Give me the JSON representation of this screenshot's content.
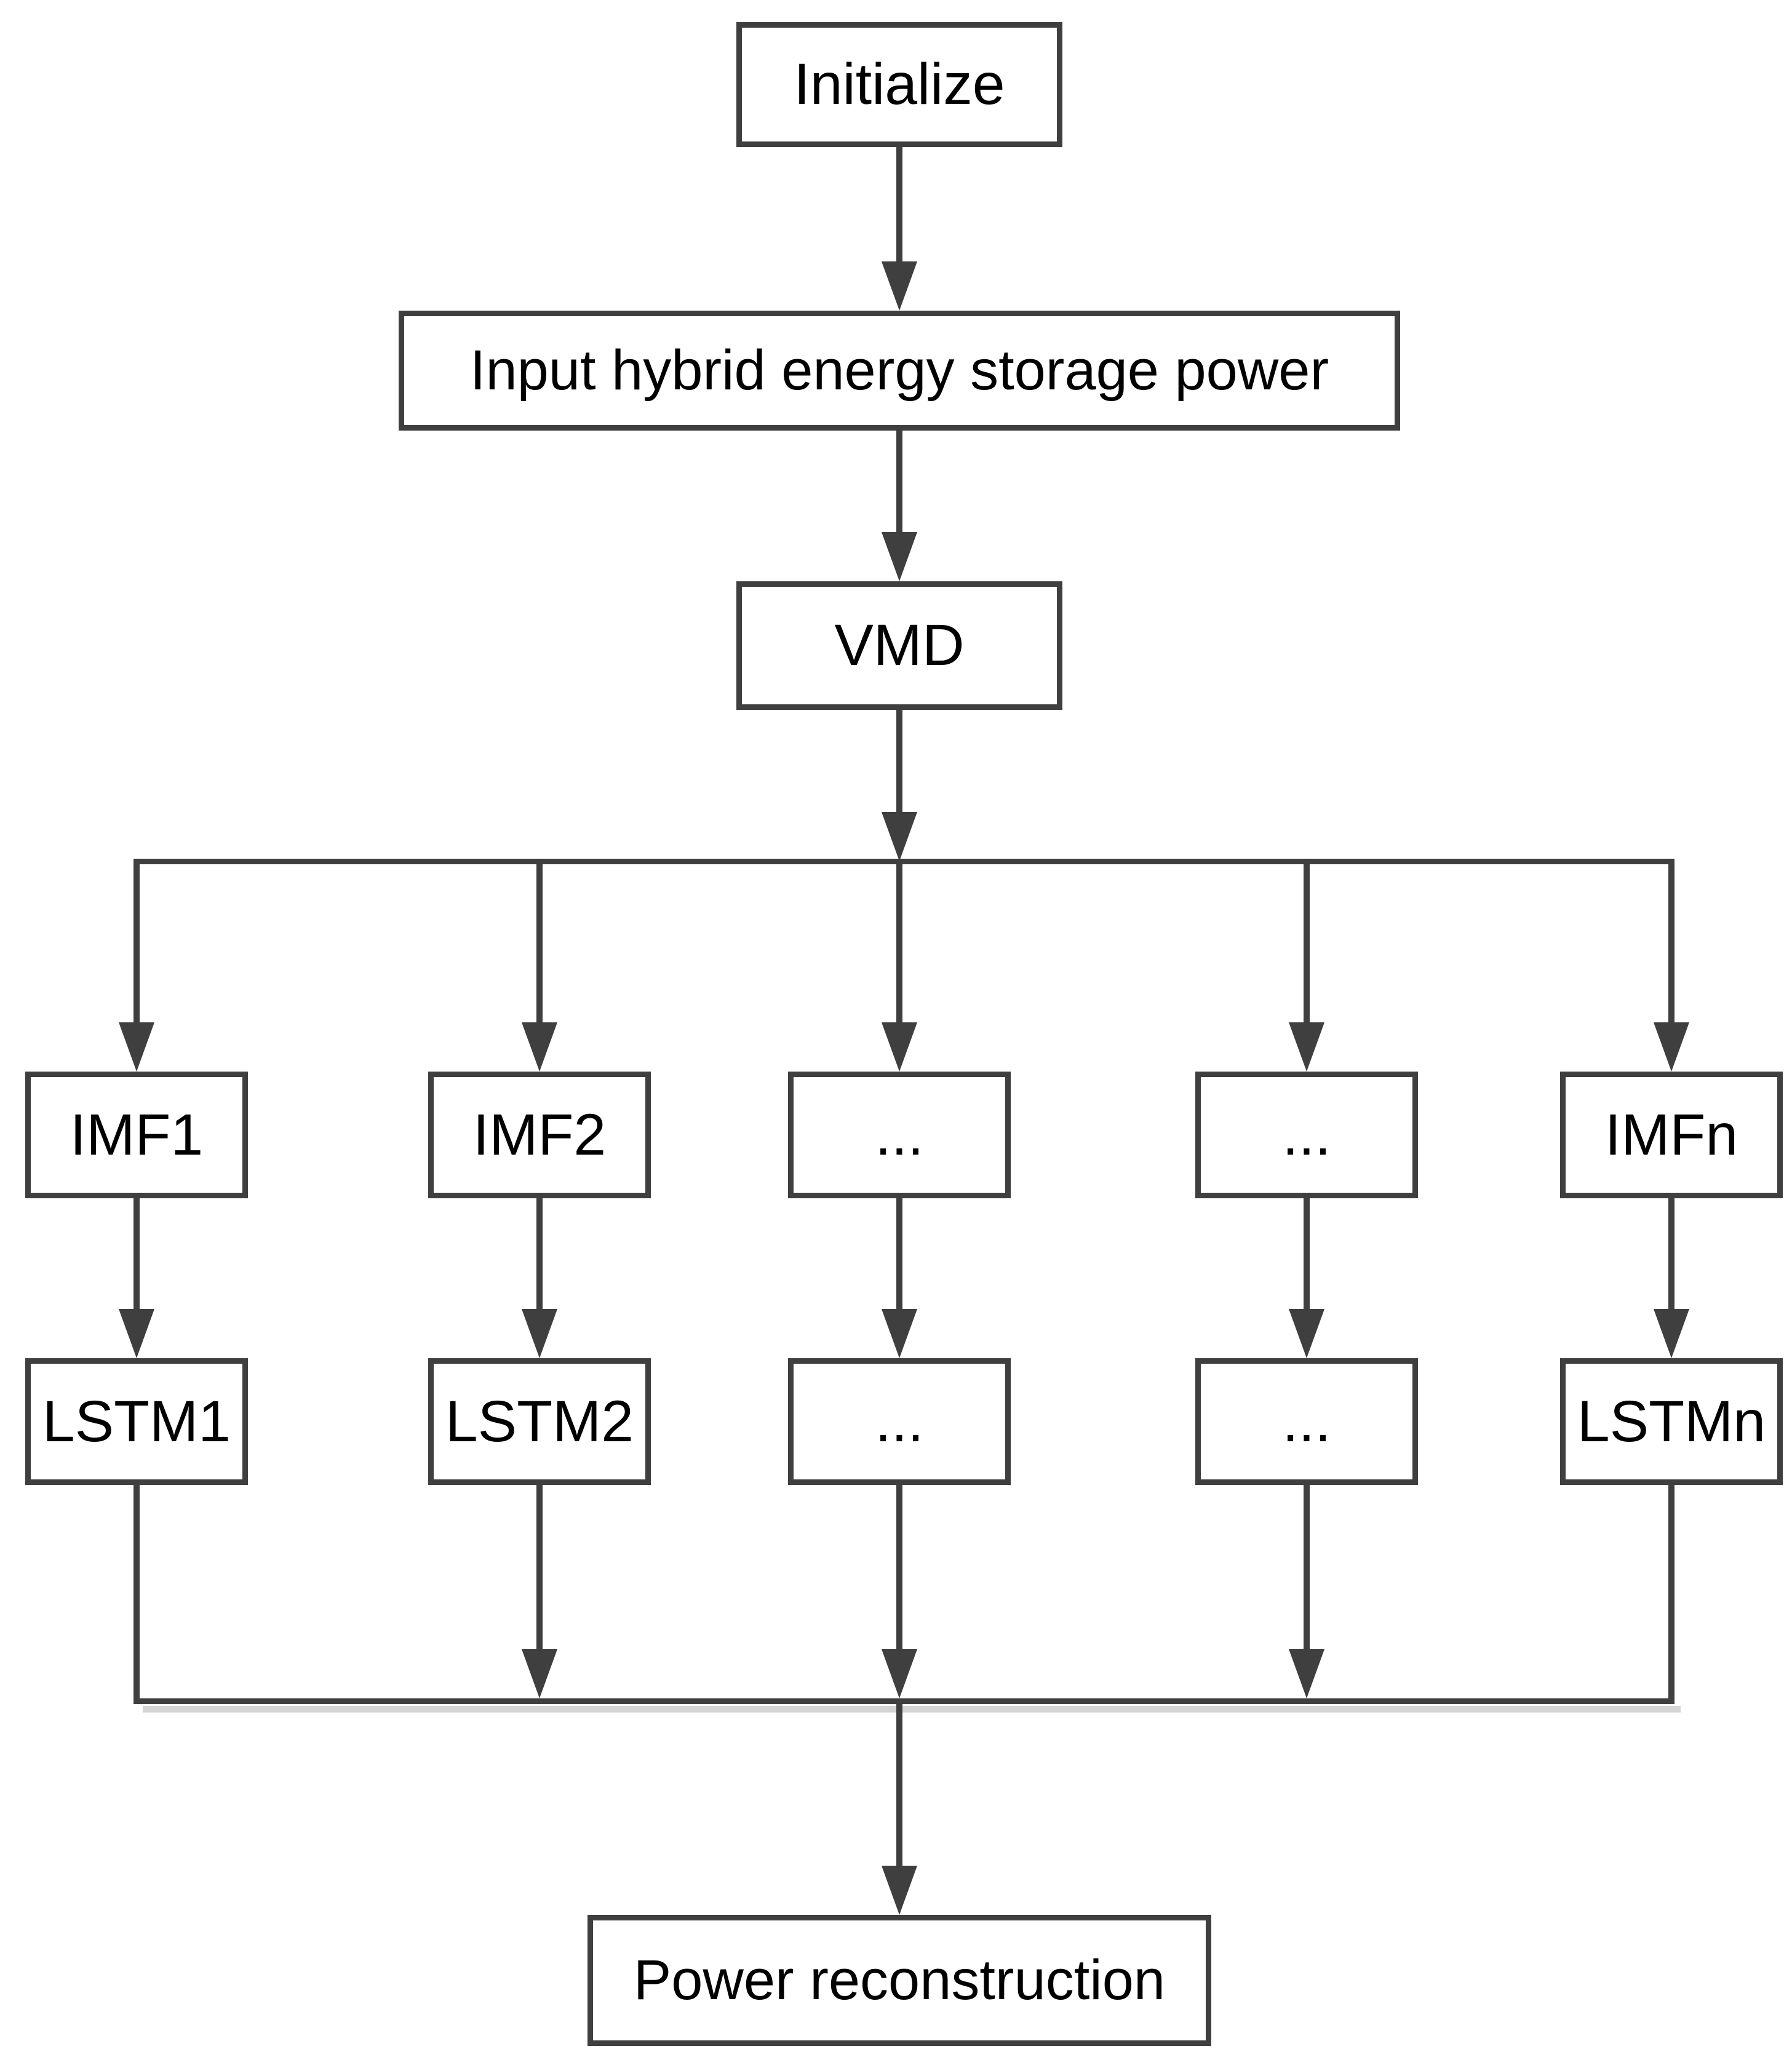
{
  "diagram": {
    "nodes": {
      "initialize": {
        "label": "Initialize"
      },
      "input": {
        "label": "Input hybrid energy storage power"
      },
      "vmd": {
        "label": "VMD"
      },
      "imf": [
        "IMF1",
        "IMF2",
        "...",
        "...",
        "IMFn"
      ],
      "lstm": [
        "LSTM1",
        "LSTM2",
        "...",
        "...",
        "LSTMn"
      ],
      "power": {
        "label": "Power reconstruction"
      }
    },
    "colors": {
      "stroke": "#3f3f3f",
      "text": "#000000",
      "background": "#ffffff",
      "shadow": "#c9c9c9"
    }
  }
}
